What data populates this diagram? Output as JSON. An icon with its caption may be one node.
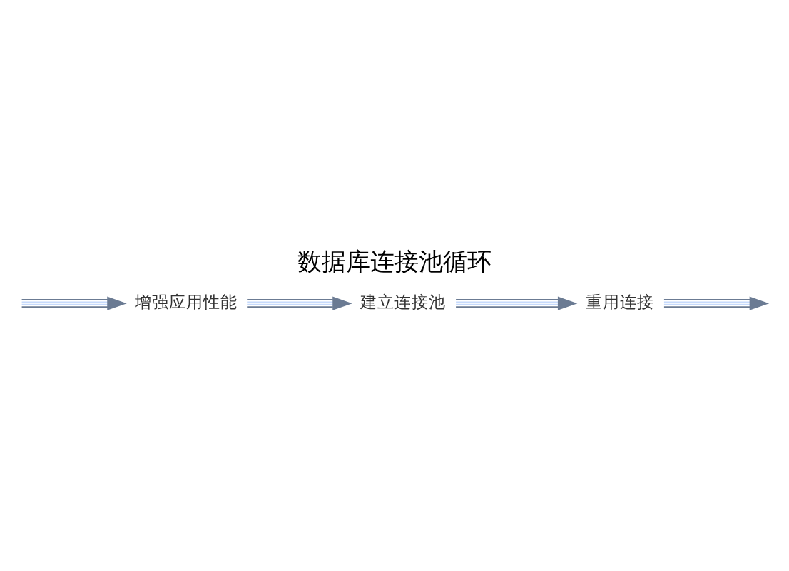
{
  "diagram": {
    "title": "数据库连接池循环",
    "nodes": [
      {
        "text": [
          "建立连接池"
        ]
      },
      {
        "text": [
          "重用连接"
        ]
      },
      {
        "text": [
          "增强应用性能"
        ]
      }
    ],
    "edges": [
      {
        "from": 2,
        "to": 0,
        "arrow": "to"
      },
      {
        "from": 0,
        "to": 1,
        "arrow": "to"
      },
      {
        "from": 1,
        "to": null,
        "arrow": "to"
      },
      {
        "from": null,
        "to": 2,
        "arrow": "to"
      }
    ]
  }
}
